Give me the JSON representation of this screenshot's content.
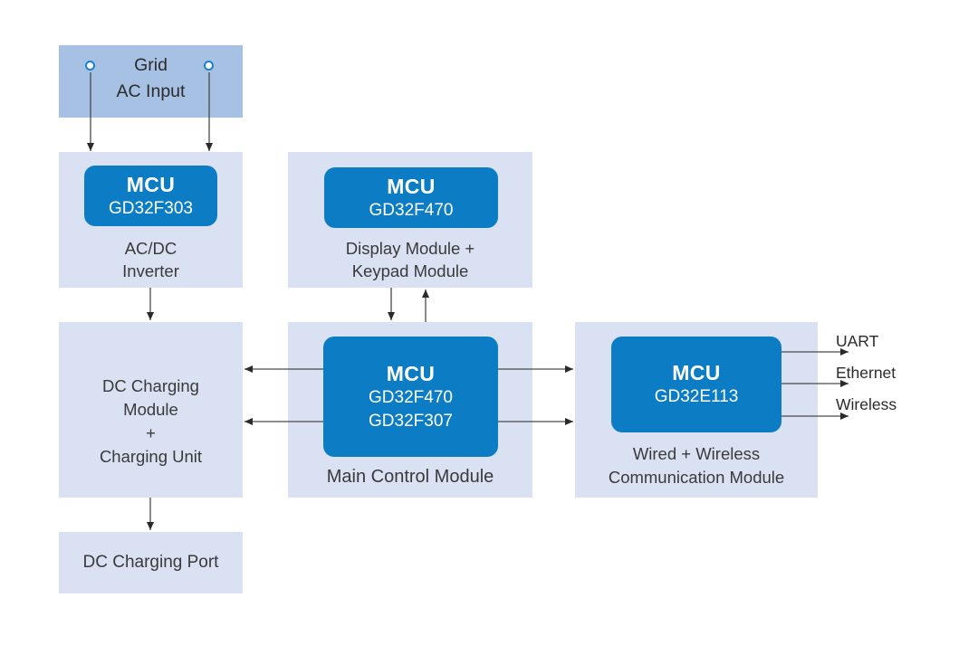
{
  "colors": {
    "mcu_blue": "#0c7dc4",
    "module_bg": "#d9e1f2",
    "grid_bg": "#a6c1e3",
    "arrow": "#4a4a4a",
    "label_text": "#3a3a3a",
    "terminal_ring": "#1b82c9"
  },
  "nodes": {
    "grid": {
      "line1": "Grid",
      "line2": "AC Input"
    },
    "inverter": {
      "mcu": "MCU",
      "part": "GD32F303",
      "label1": "AC/DC",
      "label2": "Inverter"
    },
    "display": {
      "mcu": "MCU",
      "part": "GD32F470",
      "label1": "Display Module +",
      "label2": "Keypad Module"
    },
    "charger": {
      "line1": "DC Charging",
      "line2": "Module",
      "line3": "+",
      "line4": "Charging Unit"
    },
    "main": {
      "mcu": "MCU",
      "part1": "GD32F470",
      "part2": "GD32F307",
      "label": "Main Control Module"
    },
    "comm": {
      "mcu": "MCU",
      "part": "GD32E113",
      "label1": "Wired + Wireless",
      "label2": "Communication Module"
    },
    "port": {
      "label": "DC Charging Port"
    }
  },
  "outputs": {
    "uart": "UART",
    "ethernet": "Ethernet",
    "wireless": "Wireless"
  }
}
